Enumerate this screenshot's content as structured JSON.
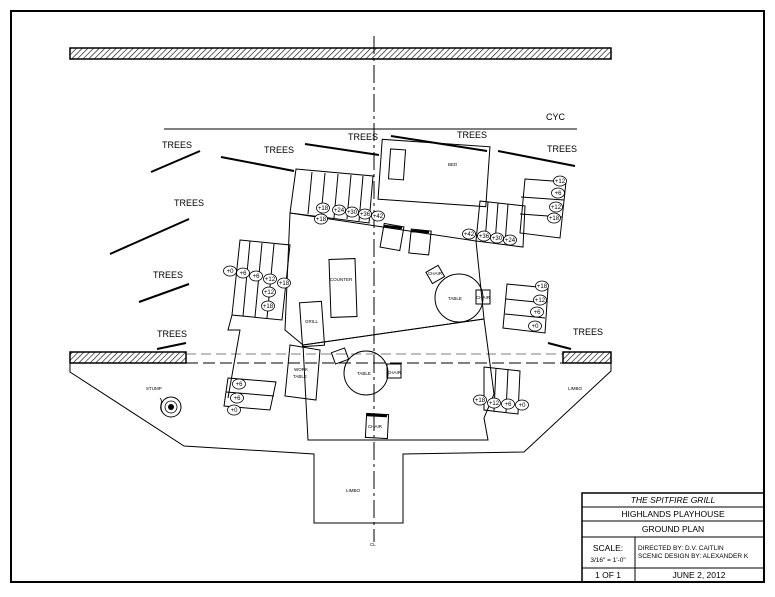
{
  "labels": {
    "trees": "TREES",
    "cyc": "CYC",
    "bed": "BED",
    "counter": "COUNTER",
    "grill": "GRILL",
    "work_table_1": "WORK",
    "work_table_2": "TABLE",
    "table": "TABLE",
    "chair": "CHAIR",
    "stump": "STUMP",
    "limbo": "LIMBO",
    "centerline": "CL"
  },
  "heights": {
    "upper_left": [
      "+18",
      "+24",
      "+30",
      "+36",
      "+42"
    ],
    "upper_left_2": "+18",
    "upper_right": [
      "+42",
      "+36",
      "+30",
      "+24"
    ],
    "right_column": [
      "+12",
      "+6",
      "+12",
      "+18"
    ],
    "right_low": [
      "+18",
      "+12",
      "+6",
      "+0"
    ],
    "left_steps": [
      "+0",
      "+6",
      "+6",
      "+12",
      "+18",
      "+12",
      "+18"
    ],
    "left_front": [
      "+6",
      "+6",
      "+0"
    ],
    "front_right": [
      "+18",
      "+12",
      "+6",
      "+0"
    ]
  },
  "title_block": {
    "show": "THE SPITFIRE GRILL",
    "venue": "HIGHLANDS PLAYHOUSE",
    "plan": "GROUND PLAN",
    "scale_label": "SCALE:",
    "scale_value": "3/16\" = 1'-0\"",
    "director": "DIRECTED BY: D.V. CAITLIN",
    "designer": "SCENIC DESIGN BY: ALEXANDER K",
    "sheet": "1 OF 1",
    "date": "JUNE 2, 2012"
  }
}
